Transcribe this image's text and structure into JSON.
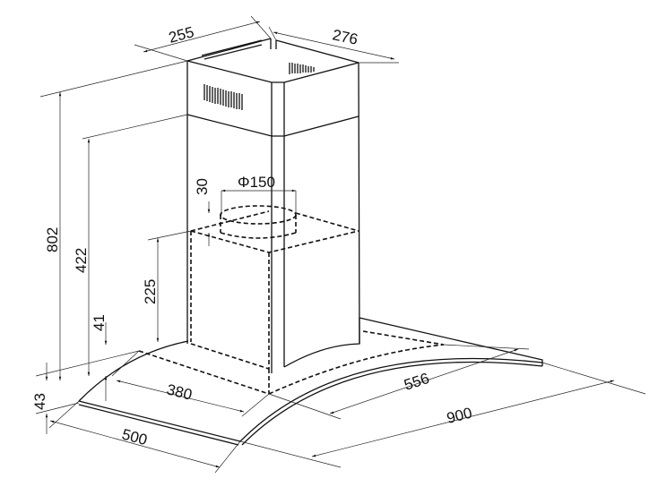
{
  "drawing": {
    "subject": "range-hood-dimension-drawing",
    "dimensions": {
      "chimney_depth": "255",
      "chimney_width": "276",
      "duct_diameter": "Φ150",
      "duct_offset": "30",
      "total_height": "802",
      "lower_height": "422",
      "motor_box_height": "225",
      "canopy_height": "41",
      "glass_thickness": "43",
      "inner_depth": "380",
      "inner_width": "556",
      "overall_width": "900",
      "overall_depth": "500"
    }
  }
}
